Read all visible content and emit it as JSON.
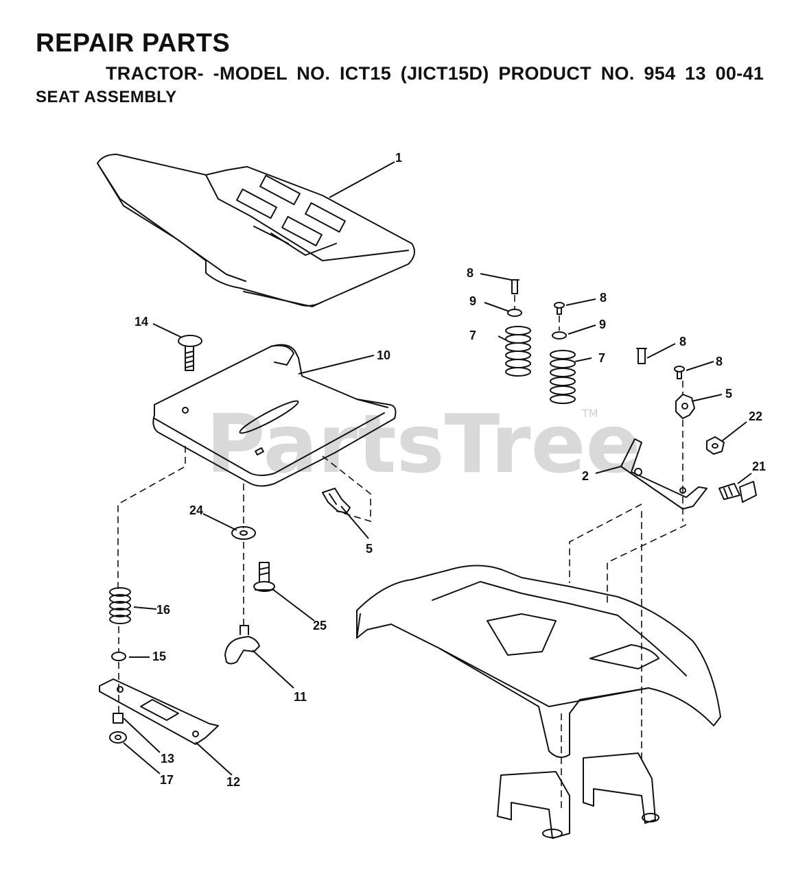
{
  "header": {
    "title": "REPAIR PARTS",
    "subtitle": "TRACTOR- -MODEL NO. ICT15 (JICT15D) PRODUCT NO. 954 13 00-41",
    "section": "SEAT ASSEMBLY"
  },
  "watermark": {
    "text": "PartsTree",
    "tm": "TM"
  },
  "callouts": {
    "c1": "1",
    "c2": "2",
    "c5a": "5",
    "c5b": "5",
    "c7a": "7",
    "c7b": "7",
    "c8a": "8",
    "c8b": "8",
    "c8c": "8",
    "c8d": "8",
    "c9a": "9",
    "c9b": "9",
    "c10": "10",
    "c11": "11",
    "c12": "12",
    "c13": "13",
    "c14": "14",
    "c15": "15",
    "c16": "16",
    "c17": "17",
    "c21": "21",
    "c22": "22",
    "c24": "24",
    "c25": "25"
  }
}
